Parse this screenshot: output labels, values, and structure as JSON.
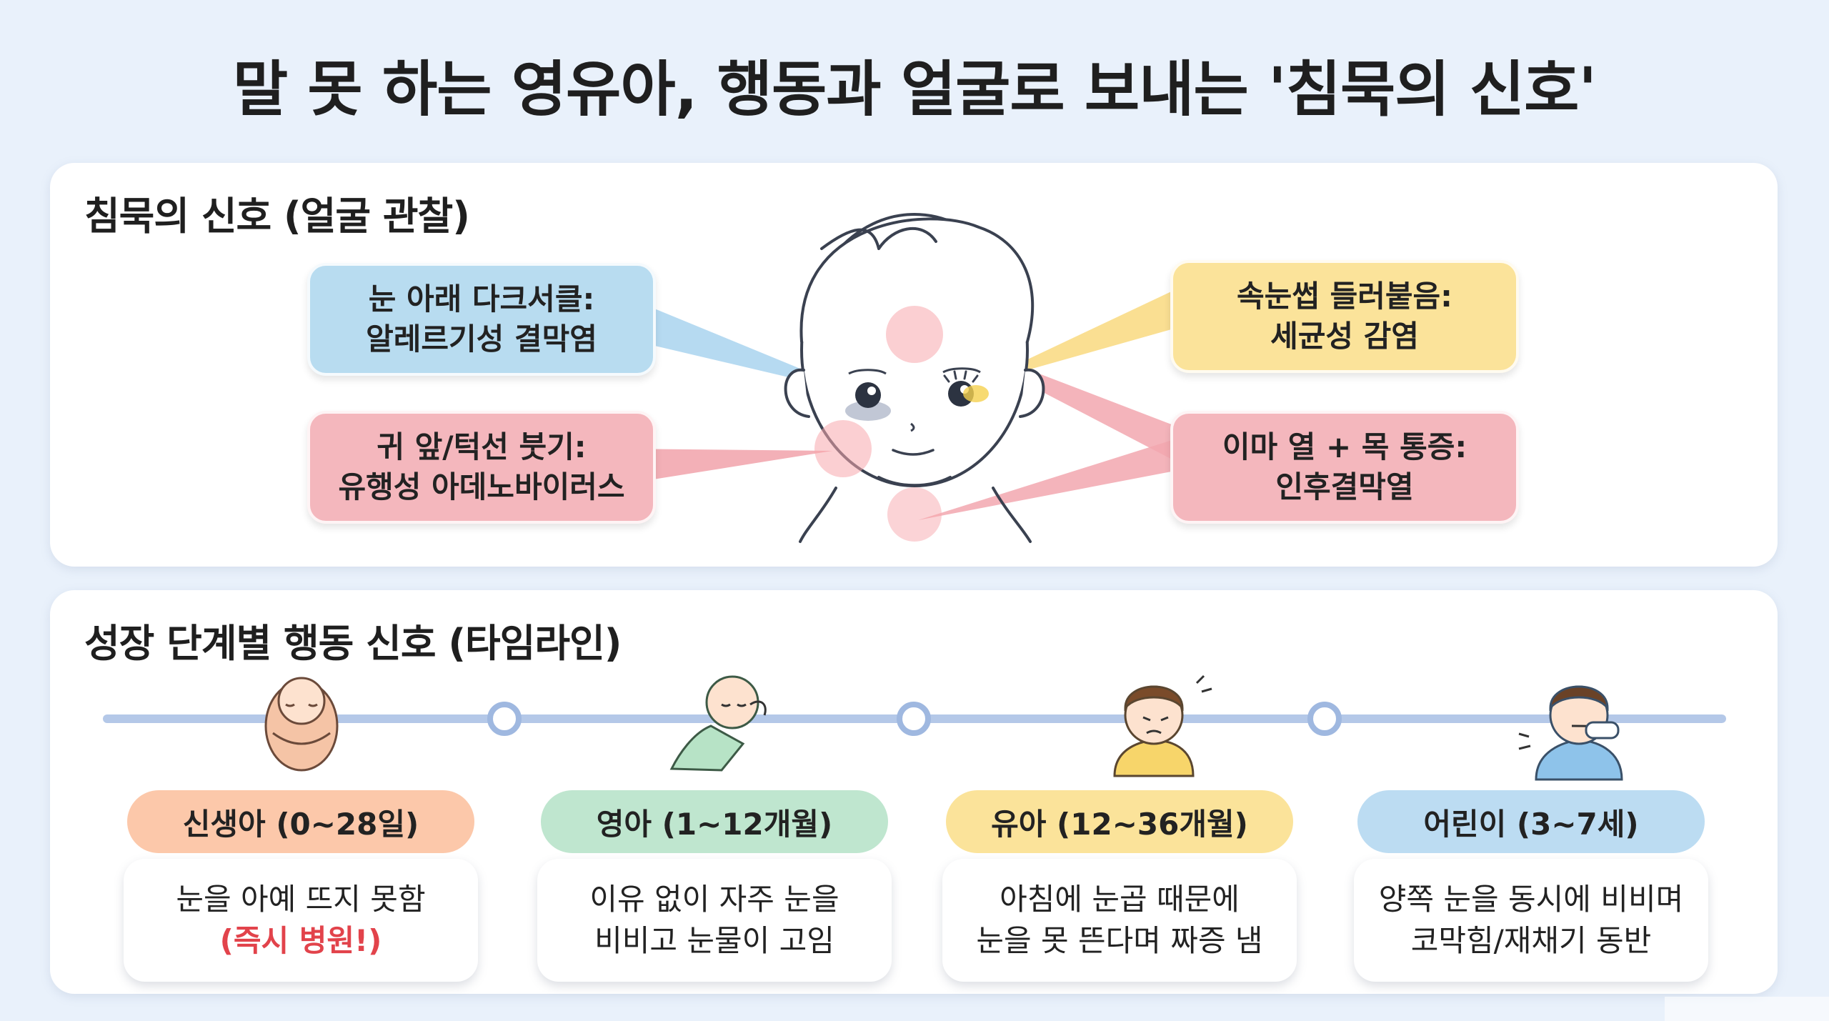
{
  "title": "말 못 하는 영유아, 행동과 얼굴로 보내는 '침묵의 신호'",
  "face_panel": {
    "heading": "침묵의 신호 (얼굴 관찰)",
    "callouts": [
      {
        "line1": "눈 아래 다크서클:",
        "line2": "알레르기성 결막염",
        "color": "#b8dcf0"
      },
      {
        "line1": "귀 앞/턱선 붓기:",
        "line2": "유행성 아데노바이러스",
        "color": "#f4b7bd"
      },
      {
        "line1": "속눈썹 들러붙음:",
        "line2": "세균성 감염",
        "color": "#fbe39a"
      },
      {
        "line1": "이마 열 + 목 통증:",
        "line2": "인후결막열",
        "color": "#f4b7bd"
      }
    ]
  },
  "timeline_panel": {
    "heading": "성장 단계별 행동 신호 (타임라인)",
    "stages": [
      {
        "label": "신생아 (0~28일)",
        "line1": "눈을 아예 뜨지 못함",
        "line2": "(즉시 병원!)",
        "color": "#fcc8aa",
        "icon": "swaddled-newborn-icon"
      },
      {
        "label": "영아 (1~12개월)",
        "line1": "이유 없이 자주 눈을",
        "line2": "비비고 눈물이 고임",
        "color": "#bfe6cf",
        "icon": "crawling-infant-icon"
      },
      {
        "label": "유아 (12~36개월)",
        "line1": "아침에 눈곱 때문에",
        "line2": "눈을 못 뜬다며 짜증 냄",
        "color": "#fbe39a",
        "icon": "crying-toddler-icon"
      },
      {
        "label": "어린이 (3~7세)",
        "line1": "양쪽 눈을 동시에 비비며",
        "line2": "코막힘/재채기 동반",
        "color": "#bcdcf2",
        "icon": "sneezing-child-icon"
      }
    ],
    "line_color": "#b4c8e8"
  }
}
